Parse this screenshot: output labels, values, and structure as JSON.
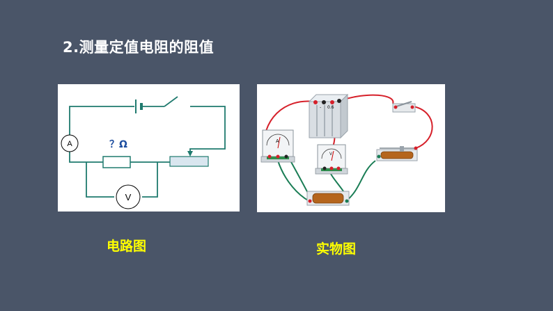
{
  "slide": {
    "title": "2.测量定值电阻的阻值",
    "captions": {
      "circuit": "电路图",
      "photo": "实物图"
    }
  },
  "circuit_diagram": {
    "ammeter_label": "A",
    "voltmeter_label": "V",
    "resistor_label": "？Ω",
    "wire_color": "#1f7a6e",
    "resistor_color": "#1f7a6e"
  },
  "photo": {
    "ammeter_label": "A",
    "voltmeter_label": "V",
    "battery_label_a": "-",
    "battery_label_b": "0.6",
    "red_wire_color": "#d6202a",
    "green_wire_color": "#1a7d55"
  },
  "colors": {
    "background": "#4a5568",
    "title": "#ffffff",
    "caption": "#ffff00"
  }
}
